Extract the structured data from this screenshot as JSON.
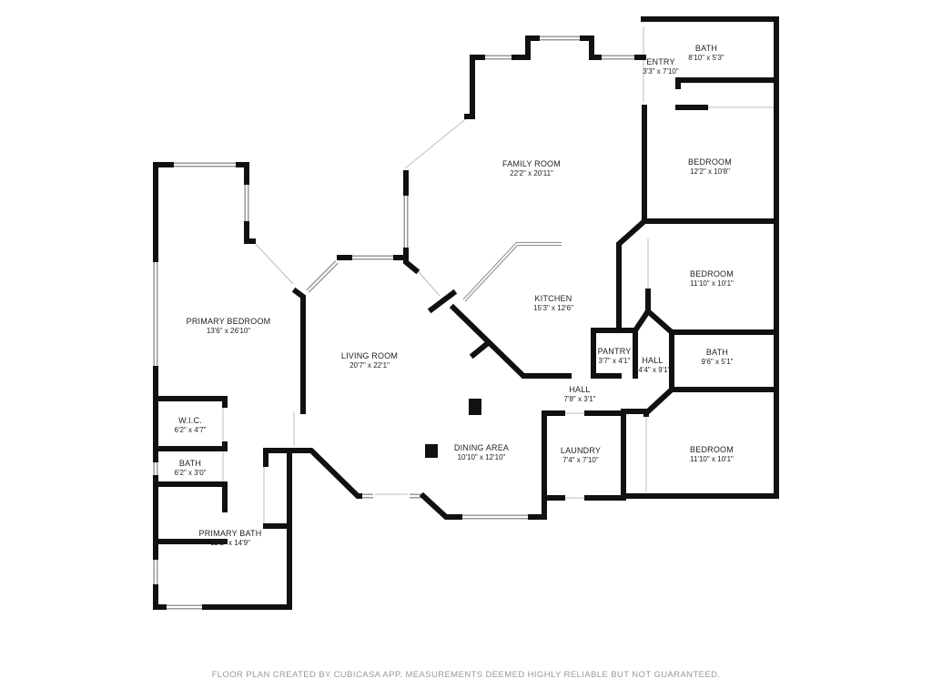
{
  "rooms": [
    {
      "id": "entry",
      "name": "ENTRY",
      "dim": "3'3\" x 7'10\""
    },
    {
      "id": "bath-top",
      "name": "BATH",
      "dim": "8'10\" x 5'3\""
    },
    {
      "id": "family-room",
      "name": "FAMILY ROOM",
      "dim": "22'2\" x 20'11\""
    },
    {
      "id": "bedroom-1",
      "name": "BEDROOM",
      "dim": "12'2\" x 10'8\""
    },
    {
      "id": "bedroom-2",
      "name": "BEDROOM",
      "dim": "11'10\" x 10'1\""
    },
    {
      "id": "kitchen",
      "name": "KITCHEN",
      "dim": "15'3\" x 12'6\""
    },
    {
      "id": "primary-bedroom",
      "name": "PRIMARY BEDROOM",
      "dim": "13'6\" x 26'10\""
    },
    {
      "id": "living-room",
      "name": "LIVING ROOM",
      "dim": "20'7\" x 22'1\""
    },
    {
      "id": "pantry",
      "name": "PANTRY",
      "dim": "3'7\" x 4'1\""
    },
    {
      "id": "hall-right",
      "name": "HALL",
      "dim": "4'4\" x 9'1\""
    },
    {
      "id": "bath-mid",
      "name": "BATH",
      "dim": "9'6\" x 5'1\""
    },
    {
      "id": "hall-center",
      "name": "HALL",
      "dim": "7'8\" x 3'1\""
    },
    {
      "id": "wic",
      "name": "W.I.C.",
      "dim": "6'2\" x 4'7\""
    },
    {
      "id": "dining-area",
      "name": "DINING AREA",
      "dim": "10'10\" x 12'10\""
    },
    {
      "id": "laundry",
      "name": "LAUNDRY",
      "dim": "7'4\" x 7'10\""
    },
    {
      "id": "bedroom-3",
      "name": "BEDROOM",
      "dim": "11'10\" x 10'1\""
    },
    {
      "id": "bath-primary-small",
      "name": "BATH",
      "dim": "6'2\" x 3'0\""
    },
    {
      "id": "primary-bath",
      "name": "PRIMARY BATH",
      "dim": "12'2\" x 14'9\""
    }
  ],
  "disclaimer": "FLOOR PLAN CREATED BY CUBICASA APP. MEASUREMENTS DEEMED HIGHLY RELIABLE BUT NOT GUARANTEED.",
  "colors": {
    "wall": "#111111",
    "window": "#9a9a9a",
    "text": "#222222",
    "disclaimer": "#9a9a9a",
    "background": "#ffffff"
  }
}
